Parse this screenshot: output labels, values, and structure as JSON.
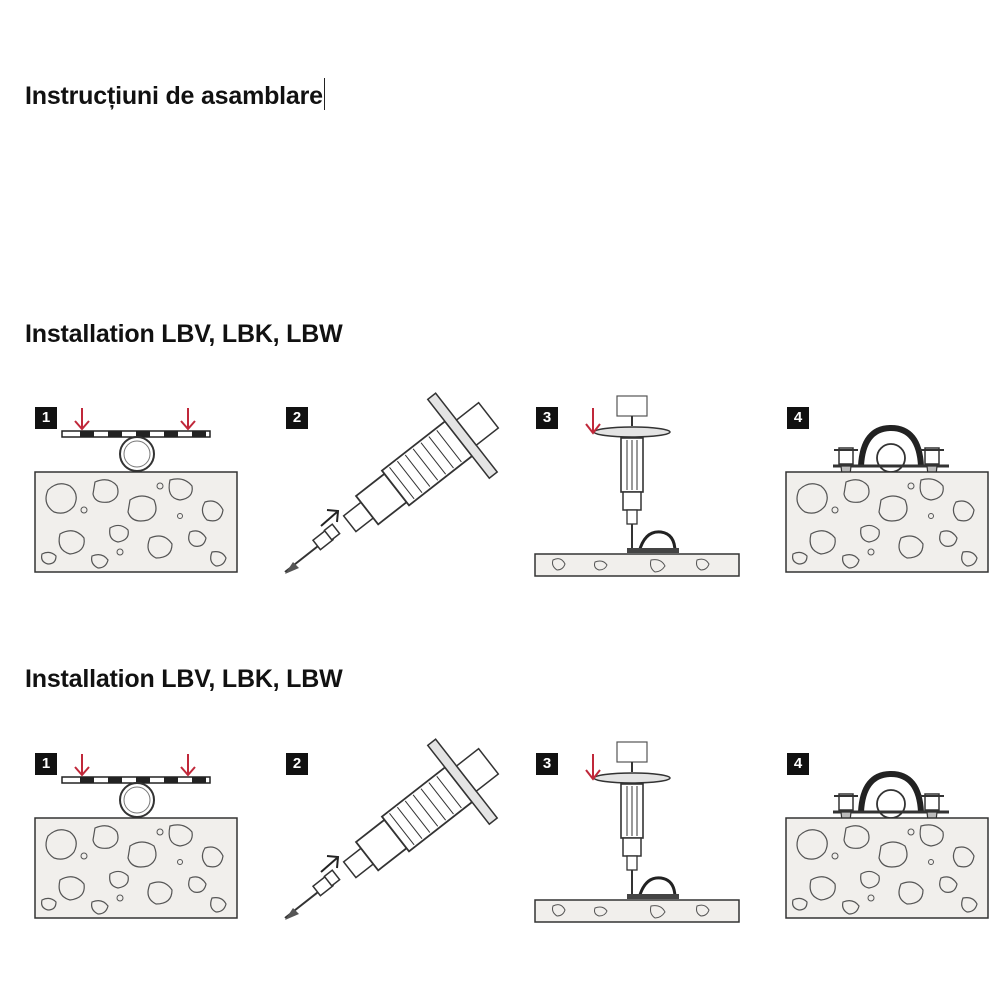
{
  "document": {
    "title": "Instrucțiuni de asamblare"
  },
  "sections": [
    {
      "heading": "Installation LBV, LBK, LBW",
      "steps": [
        {
          "number": "1",
          "icon": "place-clip-over-pipe-illustration"
        },
        {
          "number": "2",
          "icon": "load-nail-in-tool-illustration"
        },
        {
          "number": "3",
          "icon": "fire-nail-into-concrete-illustration"
        },
        {
          "number": "4",
          "icon": "installed-pipe-clamp-illustration"
        }
      ]
    },
    {
      "heading": "Installation LBV, LBK, LBW",
      "steps": [
        {
          "number": "1",
          "icon": "place-clip-over-pipe-illustration"
        },
        {
          "number": "2",
          "icon": "load-nail-in-tool-illustration"
        },
        {
          "number": "3",
          "icon": "fire-nail-into-concrete-illustration"
        },
        {
          "number": "4",
          "icon": "installed-pipe-clamp-illustration"
        }
      ]
    }
  ],
  "colors": {
    "accent_arrow": "#c0283a",
    "concrete_fill": "#f1efec",
    "badge": "#111111",
    "line": "#333333"
  }
}
